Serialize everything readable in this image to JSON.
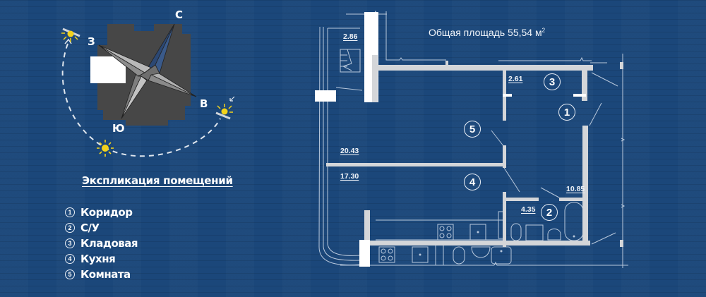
{
  "compass": {
    "north": "С",
    "west": "З",
    "east": "В",
    "south": "Ю"
  },
  "legend": {
    "title": "Экспликация помещений",
    "items": [
      {
        "num": "1",
        "label": "Коридор"
      },
      {
        "num": "2",
        "label": "С/У"
      },
      {
        "num": "3",
        "label": "Кладовая"
      },
      {
        "num": "4",
        "label": "Кухня"
      },
      {
        "num": "5",
        "label": "Комната"
      }
    ]
  },
  "plan": {
    "total_area_label": "Общая площадь 55,54 м",
    "total_area_unit_sup": "2",
    "areas": {
      "balcony": "2.86",
      "storage": "2.61",
      "room": "20.43",
      "kitchen": "17.30",
      "bathroom": "4.35",
      "corridor": "10.85"
    },
    "room_numbers": {
      "corridor": "1",
      "bathroom": "2",
      "storage": "3",
      "kitchen": "4",
      "room": "5"
    }
  },
  "colors": {
    "background": "#1b477a",
    "wall": "#d4d6d9",
    "line": "#b8c8dc",
    "building": "#4a4a4a",
    "sun": "#f2d21b"
  }
}
